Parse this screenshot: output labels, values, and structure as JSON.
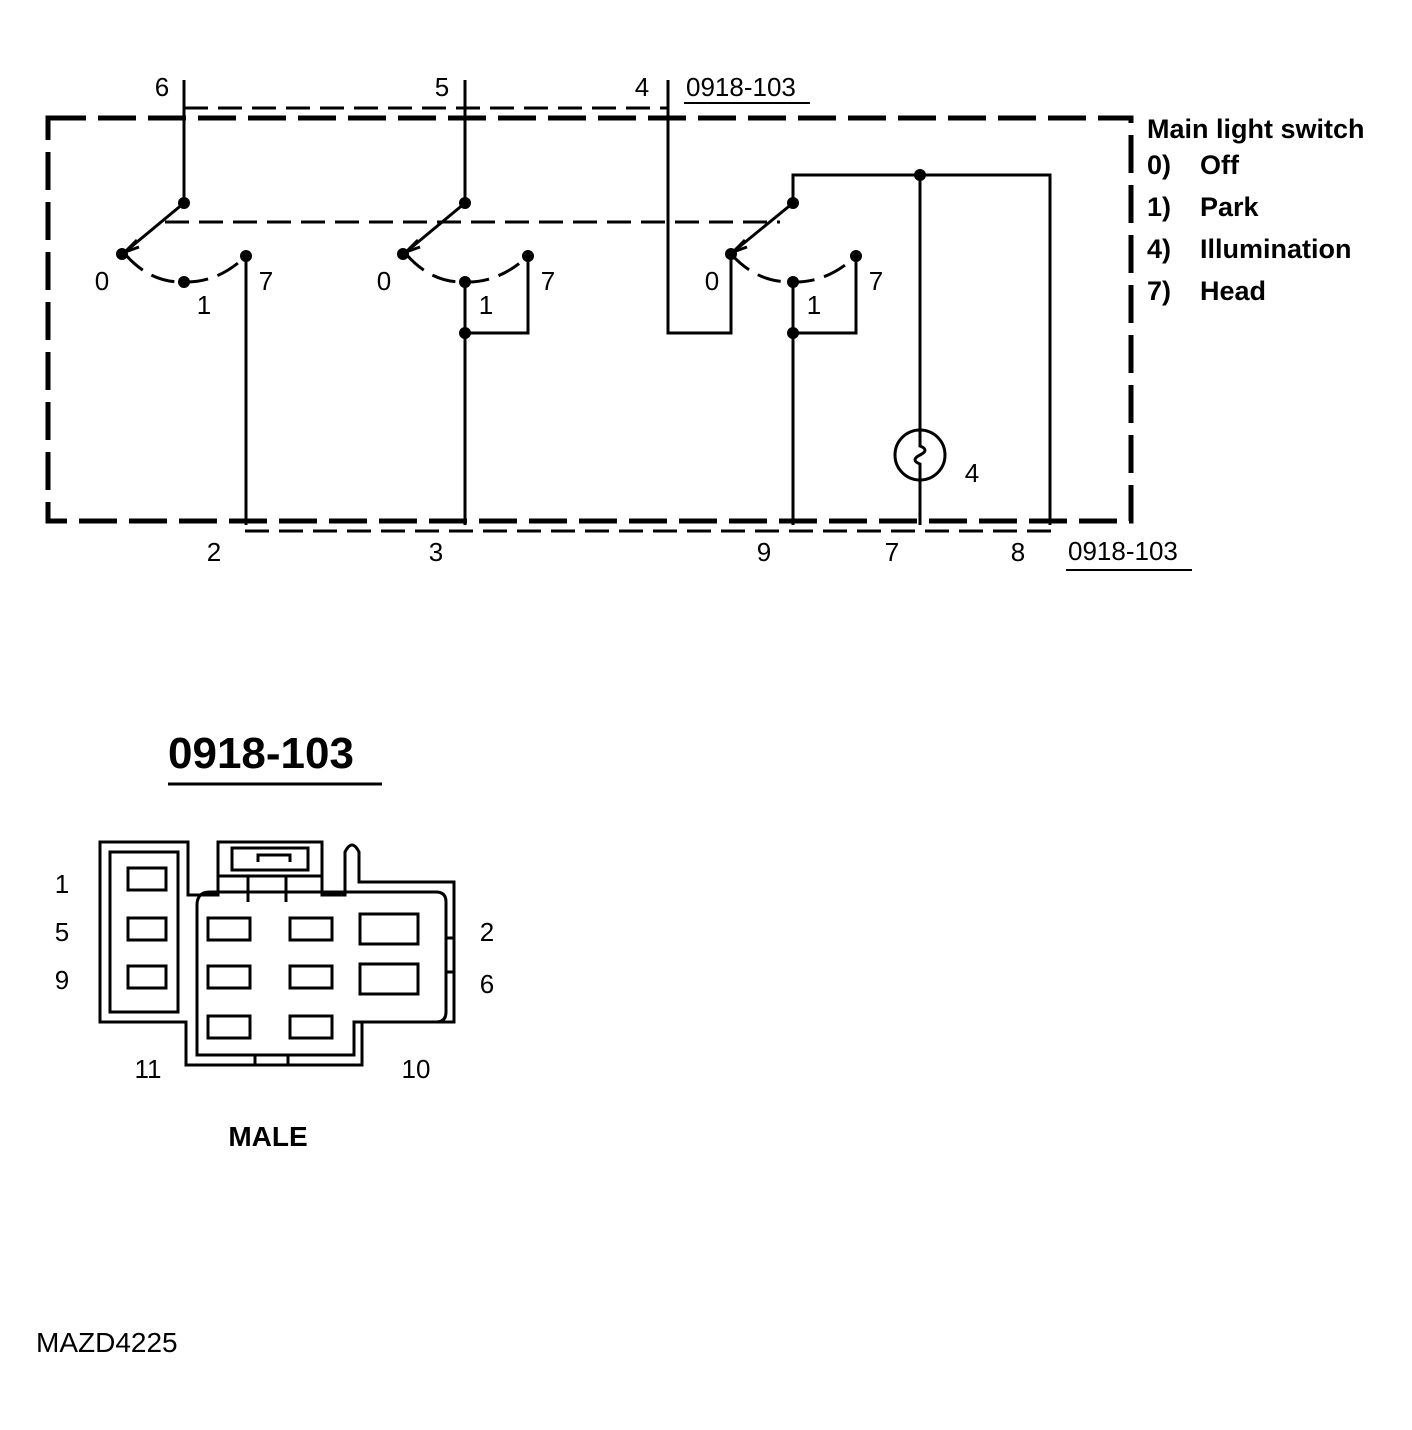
{
  "schematic": {
    "top_pins": {
      "p6": "6",
      "p5": "5",
      "p4": "4"
    },
    "connector_ref_top": "0918-103",
    "connector_ref_bottom": "0918-103",
    "bottom_pins": {
      "p2": "2",
      "p3": "3",
      "p9": "9",
      "p7": "7",
      "p8": "8"
    },
    "switch_positions": {
      "off": "0",
      "park": "1",
      "head": "7"
    },
    "lamp_label": "4"
  },
  "legend": {
    "title": "Main light switch",
    "items": [
      {
        "code": "0)",
        "label": "Off"
      },
      {
        "code": "1)",
        "label": "Park"
      },
      {
        "code": "4)",
        "label": "Illumination"
      },
      {
        "code": "7)",
        "label": "Head"
      }
    ]
  },
  "connector": {
    "title": "0918-103",
    "pin_labels": {
      "p1": "1",
      "p5": "5",
      "p9": "9",
      "p2": "2",
      "p6": "6",
      "p11": "11",
      "p10": "10"
    },
    "gender": "MALE"
  },
  "figure_id": "MAZD4225"
}
